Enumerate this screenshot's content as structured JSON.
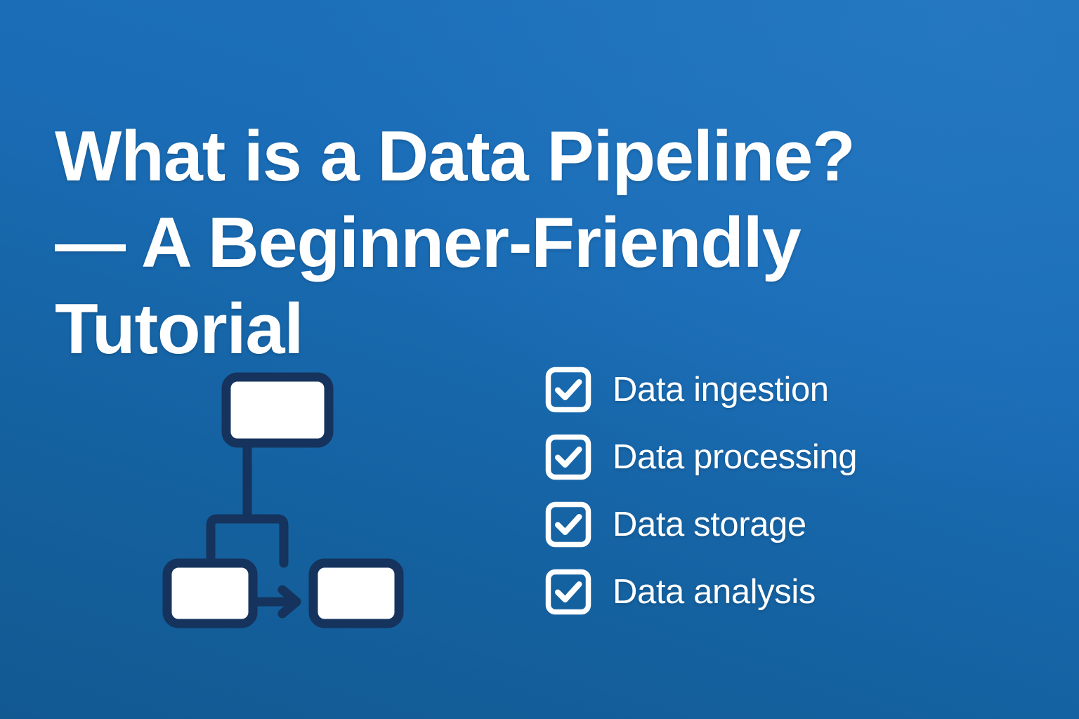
{
  "slide": {
    "background_from": "#1f72bd",
    "background_to": "#125992",
    "text_color": "#ffffff",
    "diagram_stroke_color": "#15335c",
    "diagram_fill_color": "#ffffff"
  },
  "title": {
    "text": "What is a Data Pipeline?\n— A Beginner-Friendly\nTutorial",
    "line_1": "What is a Data Pipeline?",
    "line_2": "— A Beginner-Friendly",
    "line_3": "Tutorial"
  },
  "diagram": {
    "name": "flowchart-icon",
    "nodes": [
      {
        "id": "top",
        "label": ""
      },
      {
        "id": "bottom-left",
        "label": ""
      },
      {
        "id": "bottom-right",
        "label": ""
      }
    ],
    "connectors": [
      {
        "from": "top",
        "to": "bottom-left",
        "type": "elbow"
      },
      {
        "from": "top",
        "to": "bottom-right",
        "type": "elbow"
      },
      {
        "from": "bottom-left",
        "to": "bottom-right",
        "type": "arrow"
      }
    ]
  },
  "checklist": {
    "items": [
      {
        "label": "Data ingestion",
        "checked": true
      },
      {
        "label": "Data processing",
        "checked": true
      },
      {
        "label": "Data storage",
        "checked": true
      },
      {
        "label": "Data analysis",
        "checked": true
      }
    ]
  }
}
